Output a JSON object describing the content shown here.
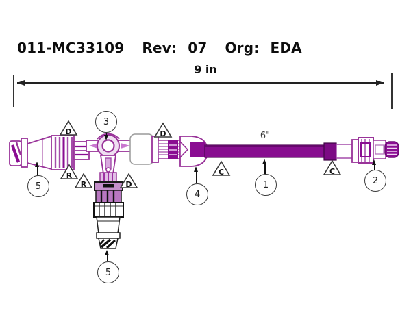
{
  "title": {
    "part_number": "011-MC33109",
    "rev_label": "Rev:",
    "rev_value": "07",
    "org_label": "Org:",
    "org_value": "EDA"
  },
  "dimension": {
    "overall_length_label": "9 in"
  },
  "tube": {
    "length_label": "6\"",
    "fill_color": "#870d8f"
  },
  "balloons": {
    "b3": "3",
    "b5_left": "5",
    "b4": "4",
    "b1": "1",
    "b2": "2",
    "b5_bottom": "5"
  },
  "flags": {
    "d_upper_left": "D",
    "r_upper": "R",
    "r_lower": "R",
    "d_lower": "D",
    "d_upper_mid": "D",
    "c_left": "C",
    "c_right": "C"
  },
  "colors": {
    "line_art_purple": "#993399",
    "solid_purple": "#8a0d92",
    "dark_ink": "#1a1a1a"
  }
}
